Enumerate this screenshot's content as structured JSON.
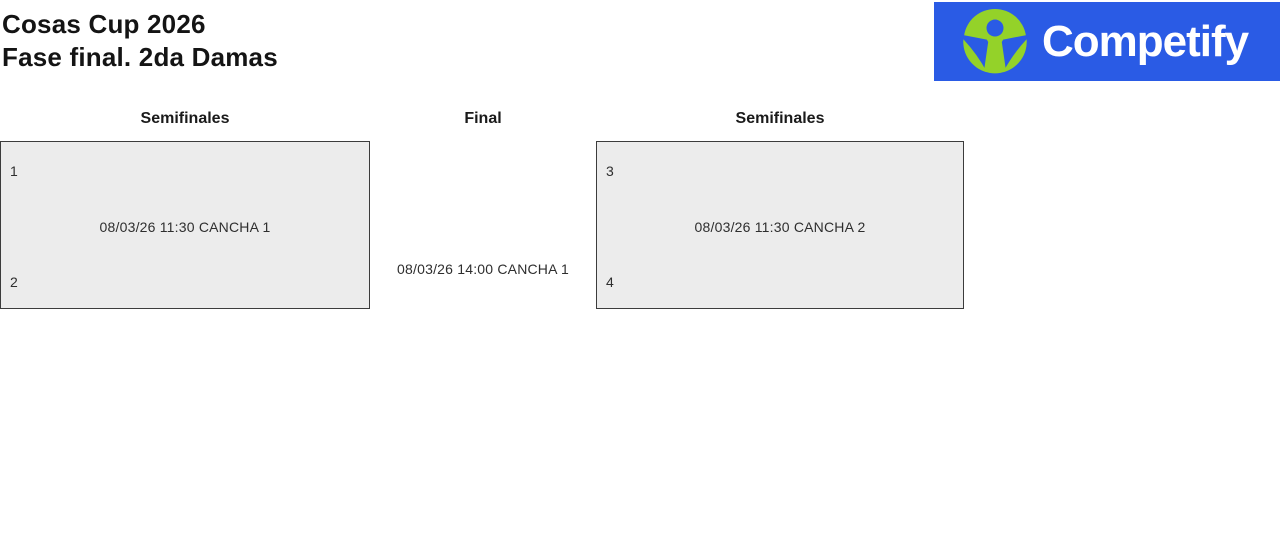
{
  "page": {
    "title_line1": "Cosas Cup 2026",
    "title_line2": "Fase final. 2da Damas"
  },
  "logo": {
    "brand": "Competify",
    "colors": {
      "background": "#2a5be5",
      "icon_green": "#94d229",
      "text": "#ffffff"
    }
  },
  "bracket": {
    "rounds": {
      "left_header": "Semifinales",
      "middle_header": "Final",
      "right_header": "Semifinales"
    },
    "matches": {
      "left_semifinal": {
        "slot_top": "1",
        "slot_bottom": "2",
        "schedule": "08/03/26 11:30 CANCHA 1"
      },
      "final": {
        "schedule": "08/03/26 14:00 CANCHA 1"
      },
      "right_semifinal": {
        "slot_top": "3",
        "slot_bottom": "4",
        "schedule": "08/03/26 11:30 CANCHA 2"
      }
    },
    "colors": {
      "box_fill": "#ececec",
      "box_border": "#3c3c3c"
    }
  }
}
